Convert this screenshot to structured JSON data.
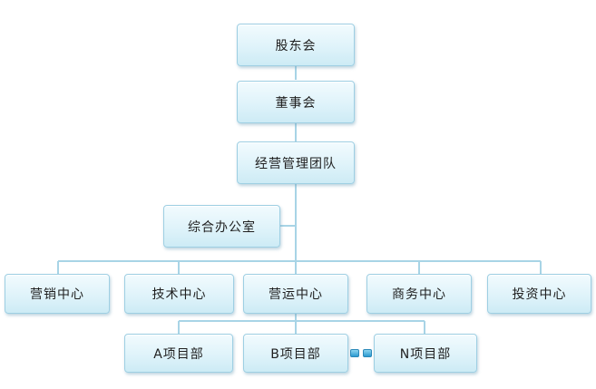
{
  "org_chart": {
    "shareholders": "股东会",
    "board": "董事会",
    "management": "经营管理团队",
    "general_office": "综合办公室",
    "centers": [
      "营销中心",
      "技术中心",
      "营运中心",
      "商务中心",
      "投资中心"
    ],
    "projects": [
      "A项目部",
      "B项目部",
      "N项目部"
    ]
  },
  "colors": {
    "node_border": "#9ecfe3",
    "node_fill": "#dff3fa",
    "connector": "#a8d4e6",
    "ellipsis_dots": "#2a9ad0"
  }
}
